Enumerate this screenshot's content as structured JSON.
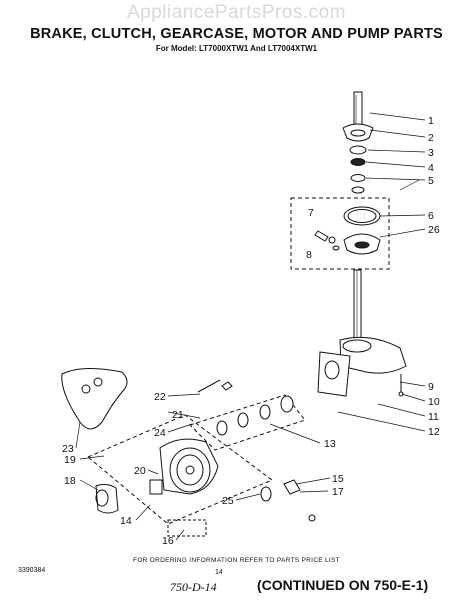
{
  "watermark": "AppliancePartsPros.com",
  "header": {
    "title": "BRAKE, CLUTCH, GEARCASE, MOTOR AND PUMP PARTS",
    "subtitle": "For Model: LT7000XTW1 And LT7004XTW1"
  },
  "callouts": [
    "1",
    "2",
    "3",
    "4",
    "5",
    "6",
    "7",
    "26",
    "8",
    "9",
    "10",
    "11",
    "12",
    "13",
    "22",
    "21",
    "24",
    "23",
    "19",
    "20",
    "18",
    "14",
    "25",
    "15",
    "17",
    "16"
  ],
  "footer": {
    "order_note": "FOR ORDERING INFORMATION REFER TO PARTS PRICE LIST",
    "doc_number": "3390384",
    "page_number": "14",
    "handwritten_ref": "750-D-14",
    "continued": "(CONTINUED ON 750-E-1)"
  }
}
